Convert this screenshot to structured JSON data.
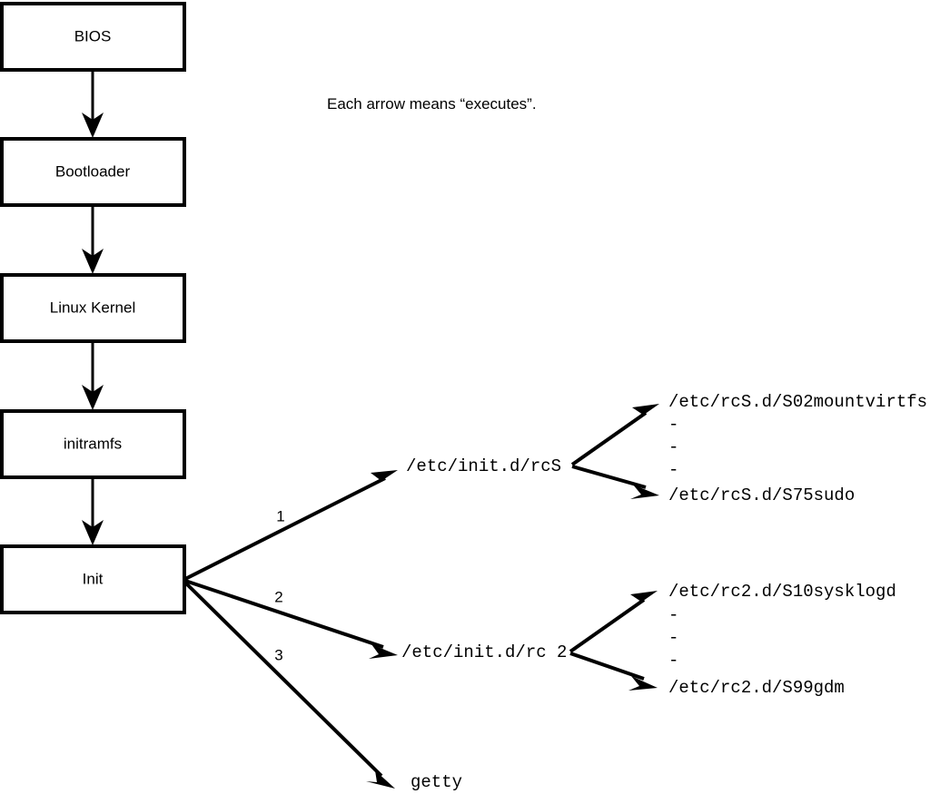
{
  "diagram": {
    "title_caption": "Each arrow means “executes”.",
    "boot_chain": [
      {
        "label": "BIOS"
      },
      {
        "label": "Bootloader"
      },
      {
        "label": "Linux Kernel"
      },
      {
        "label": "initramfs"
      },
      {
        "label": "Init"
      }
    ],
    "init_branches": [
      {
        "number": "1",
        "target": "/etc/init.d/rcS"
      },
      {
        "number": "2",
        "target": "/etc/init.d/rc 2"
      },
      {
        "number": "3",
        "target": "getty"
      }
    ],
    "rcs_scripts": {
      "first": "/etc/rcS.d/S02mountvirtfs",
      "last": "/etc/rcS.d/S75sudo",
      "ellipsis": [
        "-",
        "-",
        "-"
      ]
    },
    "rc2_scripts": {
      "first": "/etc/rc2.d/S10sysklogd",
      "last": "/etc/rc2.d/S99gdm",
      "ellipsis": [
        "-",
        "-",
        "-"
      ]
    },
    "colors": {
      "stroke": "#000000",
      "fill": "#ffffff",
      "background": "#ffffff"
    }
  }
}
